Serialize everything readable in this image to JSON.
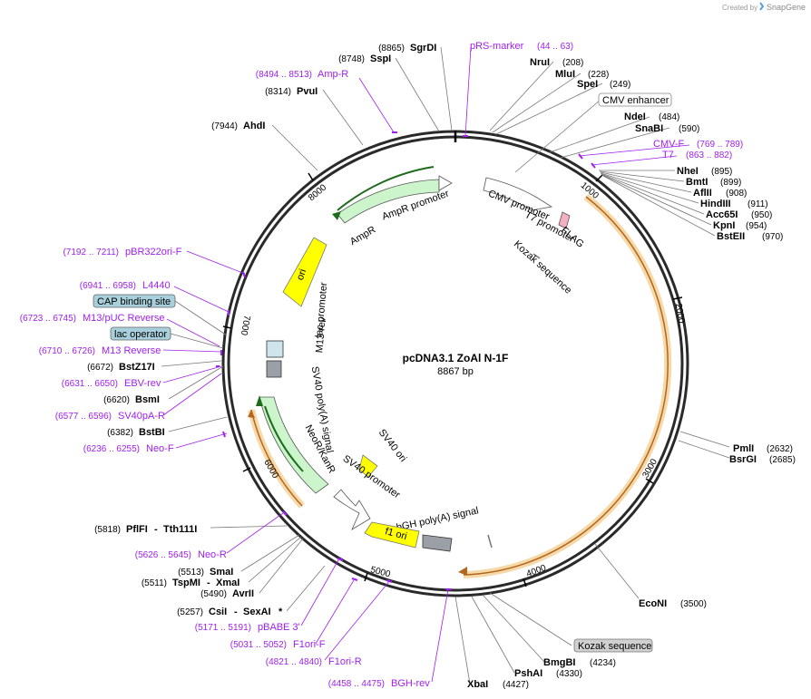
{
  "header": {
    "credit": "Created by",
    "brand": "SnapGene"
  },
  "plasmid": {
    "name": "pcDNA3.1 ZoAl N-1F",
    "length": "8867 bp"
  },
  "ticks": [
    "1000",
    "2000",
    "3000",
    "4000",
    "5000",
    "6000",
    "7000",
    "8000"
  ],
  "features": {
    "amp_promoter": "AmpR promoter",
    "ampr": "AmpR",
    "ori": "ori",
    "cmv_promoter": "CMV promoter",
    "t7_promoter": "T7 promoter",
    "flag": "FLAG",
    "kozak_inner": "Kozak sequence",
    "lac_promoter": "lac promoter",
    "m13_rev": "M13 rev",
    "sv40_polya": "SV40 poly(A) signal",
    "neor": "NeoR/KanR",
    "sv40_ori": "SV40 ori",
    "sv40_promoter": "SV40 promoter",
    "bgh_polya": "bGH poly(A) signal",
    "f1_ori": "f1 ori"
  },
  "boxes": {
    "cmv_enhancer": "CMV enhancer",
    "cap_binding_site": "CAP binding site",
    "lac_operator": "lac operator",
    "kozak_sequence": "Kozak sequence"
  },
  "enzymes": {
    "sgrdi": {
      "name": "SgrDI",
      "pos": "(8865)"
    },
    "sspi": {
      "name": "SspI",
      "pos": "(8748)"
    },
    "pvui": {
      "name": "PvuI",
      "pos": "(8314)"
    },
    "ahdi": {
      "name": "AhdI",
      "pos": "(7944)"
    },
    "nrui": {
      "name": "NruI",
      "pos": "(208)"
    },
    "mlui": {
      "name": "MluI",
      "pos": "(228)"
    },
    "spei": {
      "name": "SpeI",
      "pos": "(249)"
    },
    "ndei": {
      "name": "NdeI",
      "pos": "(484)"
    },
    "snabi": {
      "name": "SnaBI",
      "pos": "(590)"
    },
    "nhei": {
      "name": "NheI",
      "pos": "(895)"
    },
    "bmti": {
      "name": "BmtI",
      "pos": "(899)"
    },
    "aflii": {
      "name": "AflII",
      "pos": "(908)"
    },
    "hindiii": {
      "name": "HindIII",
      "pos": "(911)"
    },
    "acc65i": {
      "name": "Acc65I",
      "pos": "(950)"
    },
    "kpni": {
      "name": "KpnI",
      "pos": "(954)"
    },
    "bsteii": {
      "name": "BstEII",
      "pos": "(970)"
    },
    "pmli": {
      "name": "PmlI",
      "pos": "(2632)"
    },
    "bsrgi": {
      "name": "BsrGI",
      "pos": "(2685)"
    },
    "econi": {
      "name": "EcoNI",
      "pos": "(3500)"
    },
    "bmgbi": {
      "name": "BmgBI",
      "pos": "(4234)"
    },
    "pshai": {
      "name": "PshAI",
      "pos": "(4330)"
    },
    "xbai": {
      "name": "XbaI",
      "pos": "(4427)"
    },
    "bstz17i": {
      "name": "BstZ17I",
      "pos": "(6672)"
    },
    "bsmi": {
      "name": "BsmI",
      "pos": "(6620)"
    },
    "bstbi": {
      "name": "BstBI",
      "pos": "(6382)"
    },
    "pflfi": {
      "name": "PflFI",
      "name2": "Tth111I",
      "pos": "(5818)"
    },
    "smai": {
      "name": "SmaI",
      "pos": "(5513)"
    },
    "tspmi": {
      "name": "TspMI",
      "name2": "XmaI",
      "pos": "(5511)"
    },
    "avrii": {
      "name": "AvrII",
      "pos": "(5490)"
    },
    "csii": {
      "name": "CsiI",
      "name2": "SexAI",
      "star": "*",
      "pos": "(5257)"
    }
  },
  "primers": {
    "prs": {
      "name": "pRS-marker",
      "range": "(44 .. 63)"
    },
    "ampr": {
      "name": "Amp-R",
      "range": "(8494 .. 8513)"
    },
    "cmvf": {
      "name": "CMV-F",
      "range": "(769 .. 789)"
    },
    "t7": {
      "name": "T7",
      "range": "(863 .. 882)"
    },
    "pbr": {
      "name": "pBR322ori-F",
      "range": "(7192 .. 7211)"
    },
    "l4440": {
      "name": "L4440",
      "range": "(6941 .. 6958)"
    },
    "m13puc": {
      "name": "M13/pUC Reverse",
      "range": "(6723 .. 6745)"
    },
    "m13rev": {
      "name": "M13 Reverse",
      "range": "(6710 .. 6726)"
    },
    "ebv": {
      "name": "EBV-rev",
      "range": "(6631 .. 6650)"
    },
    "sv40pa": {
      "name": "SV40pA-R",
      "range": "(6577 .. 6596)"
    },
    "neof": {
      "name": "Neo-F",
      "range": "(6236 .. 6255)"
    },
    "neor": {
      "name": "Neo-R",
      "range": "(5626 .. 5645)"
    },
    "pbabe": {
      "name": "pBABE 3'",
      "range": "(5171 .. 5191)"
    },
    "f1orif": {
      "name": "F1ori-F",
      "range": "(5031 .. 5052)"
    },
    "f1orir": {
      "name": "F1ori-R",
      "range": "(4821 .. 4840)"
    },
    "bgh": {
      "name": "BGH-rev",
      "range": "(4458 .. 4475)"
    }
  }
}
